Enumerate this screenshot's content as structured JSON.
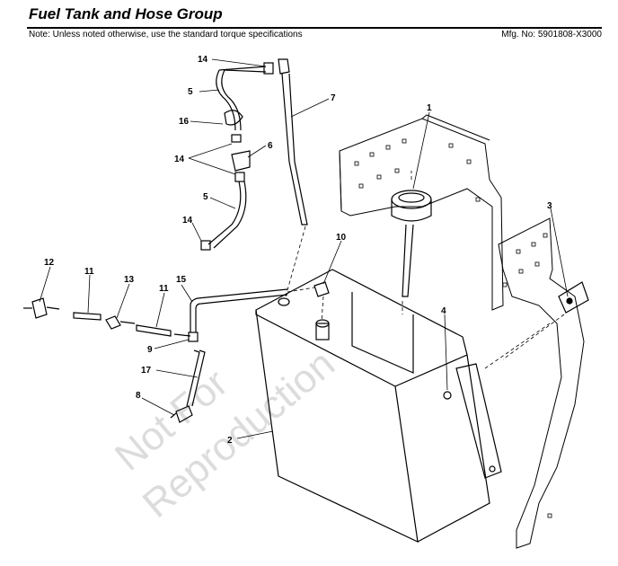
{
  "header": {
    "title": "Fuel Tank and Hose Group",
    "note": "Note: Unless noted otherwise, use the standard torque specifications",
    "mfg": "Mfg. No: 5901808-X3000"
  },
  "watermark": {
    "line1": "Not For",
    "line2": "Reproduction"
  },
  "callouts": {
    "c1": "1",
    "c2": "2",
    "c3": "3",
    "c4": "4",
    "c5a": "5",
    "c5b": "5",
    "c6": "6",
    "c7": "7",
    "c8": "8",
    "c9": "9",
    "c10": "10",
    "c11a": "11",
    "c11b": "11",
    "c12": "12",
    "c13": "13",
    "c14a": "14",
    "c14b": "14",
    "c14c": "14",
    "c15": "15",
    "c16": "16",
    "c17": "17"
  }
}
